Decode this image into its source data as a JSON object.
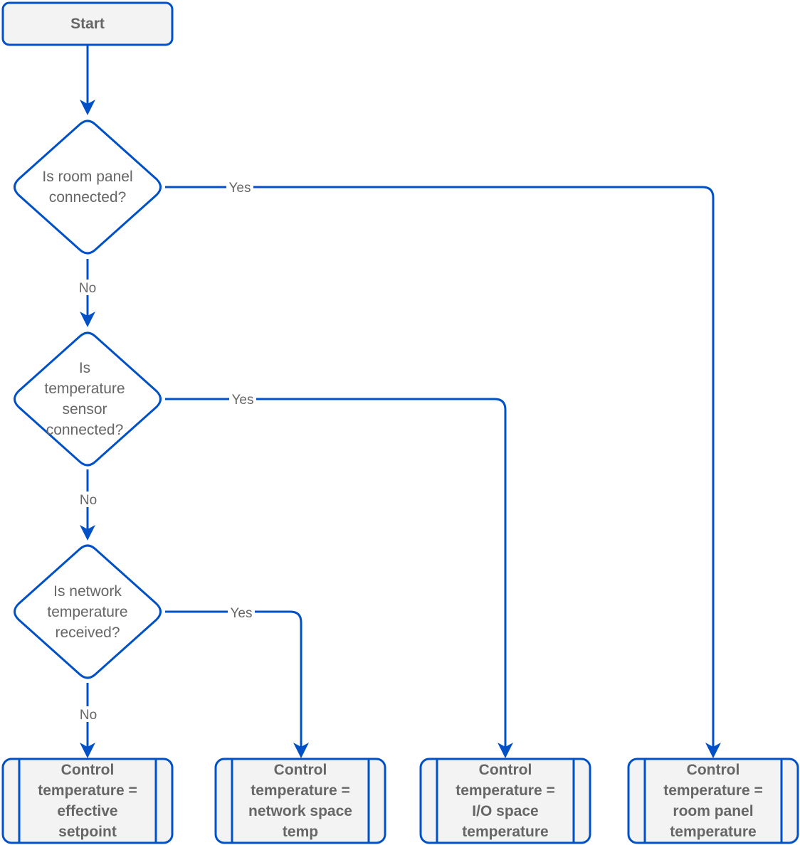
{
  "nodes": {
    "start": {
      "label": "Start"
    },
    "decision1": {
      "label": "Is room panel\nconnected?"
    },
    "decision2": {
      "label": "Is\ntemperature\nsensor\nconnected?"
    },
    "decision3": {
      "label": "Is network\ntemperature\nreceived?"
    },
    "result1": {
      "label": "Control\ntemperature =\neffective\nsetpoint"
    },
    "result2": {
      "label": "Control\ntemperature =\nnetwork space\ntemp"
    },
    "result3": {
      "label": "Control\ntemperature =\nI/O space\ntemperature"
    },
    "result4": {
      "label": "Control\ntemperature =\nroom panel\ntemperature"
    }
  },
  "edges": {
    "d1_yes": "Yes",
    "d1_no": "No",
    "d2_yes": "Yes",
    "d2_no": "No",
    "d3_yes": "Yes",
    "d3_no": "No"
  },
  "colors": {
    "stroke": "#0050C8",
    "fill": "#F3F3F3",
    "text": "#666666"
  }
}
